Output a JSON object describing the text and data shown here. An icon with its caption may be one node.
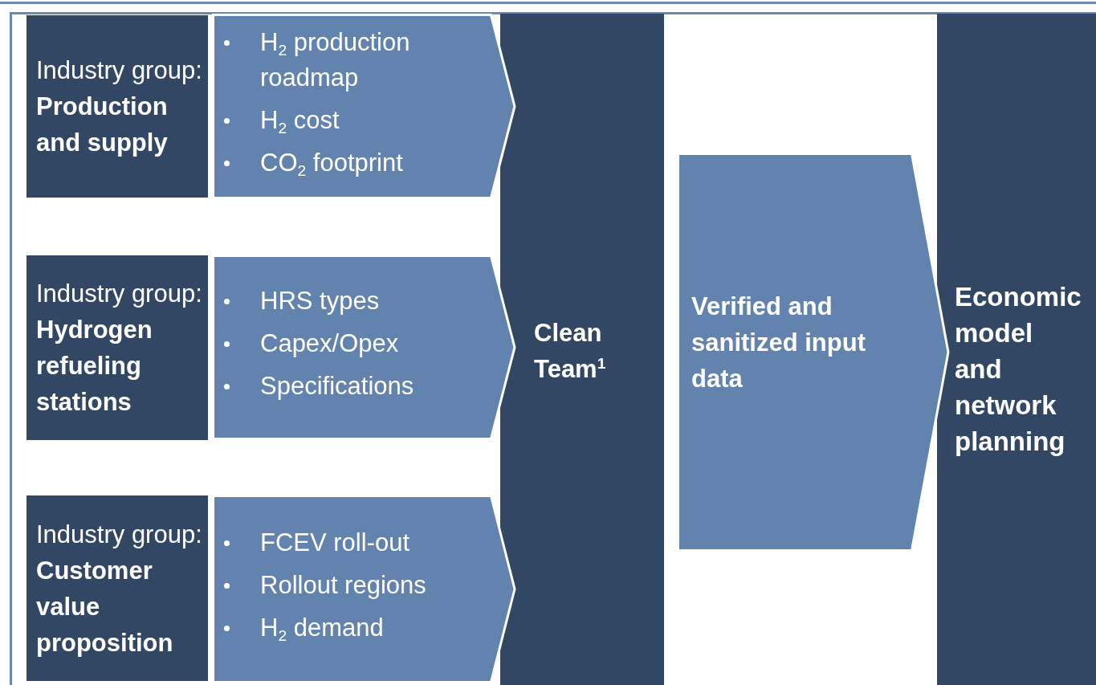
{
  "diagram": {
    "nodes": [
      {
        "text": [
          "Industry group:",
          "Production and supply"
        ]
      },
      {
        "text": [
          "H$_{2}$ production roadmap",
          "H$_{2}$ cost",
          "CO$_{2}$ footprint"
        ]
      },
      {
        "text": [
          "Industry group:",
          "Hydrogen refueling stations"
        ]
      },
      {
        "text": [
          "HRS types",
          "Capex/Opex",
          "Specifications"
        ]
      },
      {
        "text": [
          "Industry group:",
          "Customer value proposition"
        ]
      },
      {
        "text": [
          "FCEV roll-out",
          "Rollout regions",
          "H$_{2}$ demand"
        ]
      },
      {
        "text": [
          "Clean Team$^{1}$"
        ]
      },
      {
        "text": [
          "Verified and sanitized input data"
        ]
      },
      {
        "text": [
          "Economic model and network planning"
        ]
      }
    ]
  }
}
